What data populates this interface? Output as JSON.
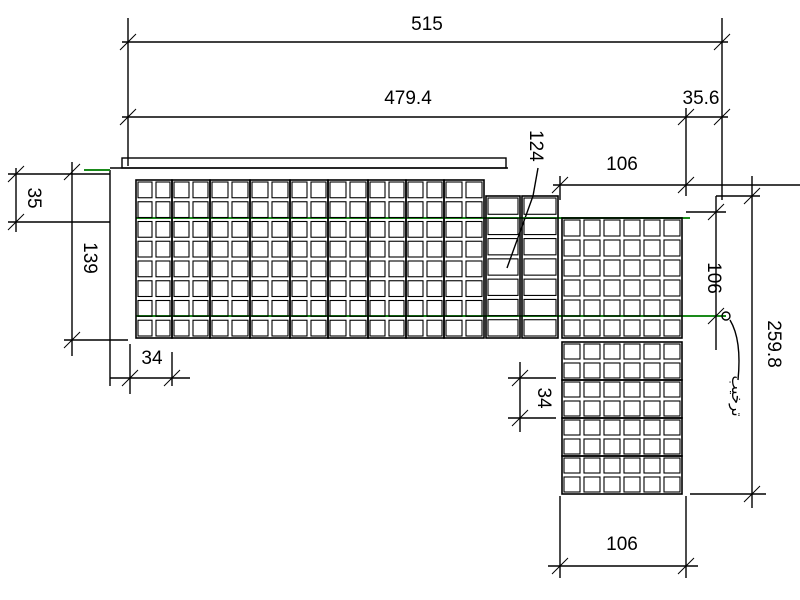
{
  "drawing": {
    "dimensions": {
      "overall_width": "515",
      "upper_width": "479.4",
      "right_offset": "35.6",
      "diagonal": "124",
      "return_top_width": "106",
      "top_depth": "35",
      "left_depth": "139",
      "return_depth": "106",
      "total_height": "259.8",
      "left_gap": "34",
      "mid_gap": "34",
      "bottom_width": "106"
    },
    "annotation": "ترخيب",
    "colors": {
      "line": "#000000",
      "wall": "#1a8a1a",
      "background": "#ffffff"
    }
  }
}
